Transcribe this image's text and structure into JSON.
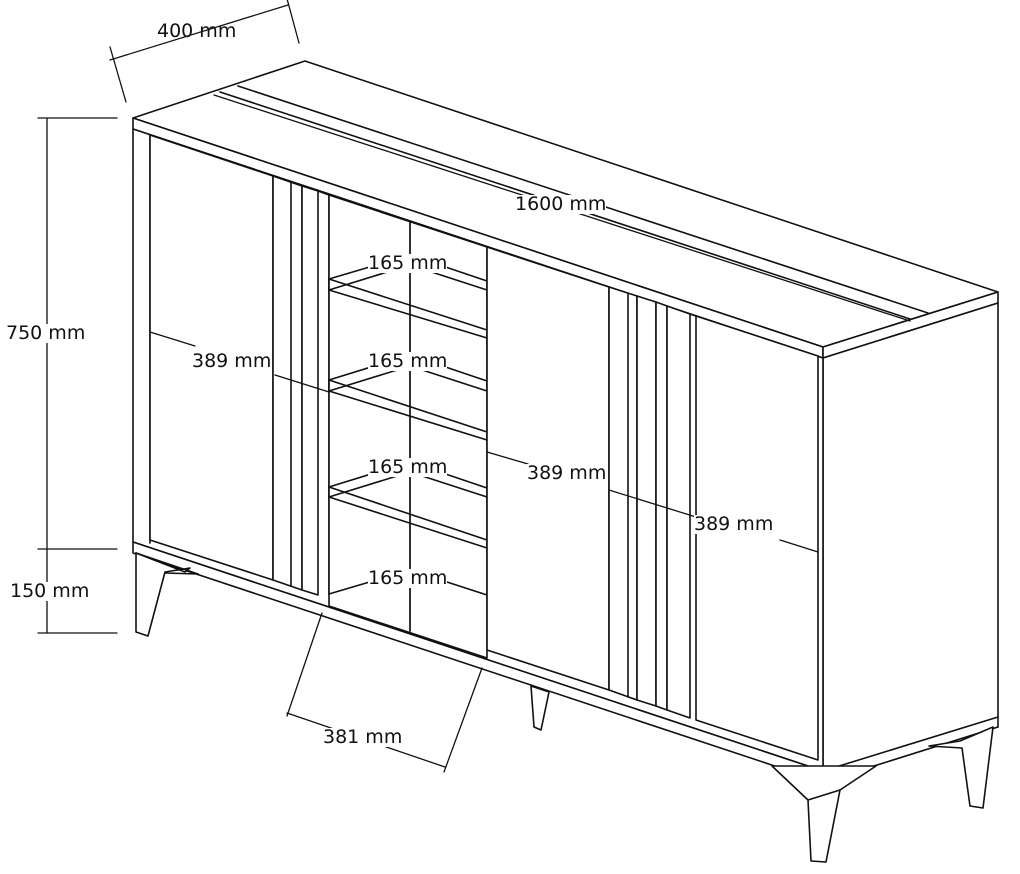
{
  "colors": {
    "stroke": "#111111",
    "background": "#ffffff"
  },
  "dimensions": {
    "depth": "400 mm",
    "width": "1600 mm",
    "body_height": "750 mm",
    "leg_height": "150 mm",
    "left_door_width": "389 mm",
    "center_door_width": "389 mm",
    "right_door_width": "389 mm",
    "shelf_gap_1": "165 mm",
    "shelf_gap_2": "165 mm",
    "shelf_gap_3": "165 mm",
    "shelf_gap_4": "165 mm",
    "open_section_width": "381 mm"
  }
}
